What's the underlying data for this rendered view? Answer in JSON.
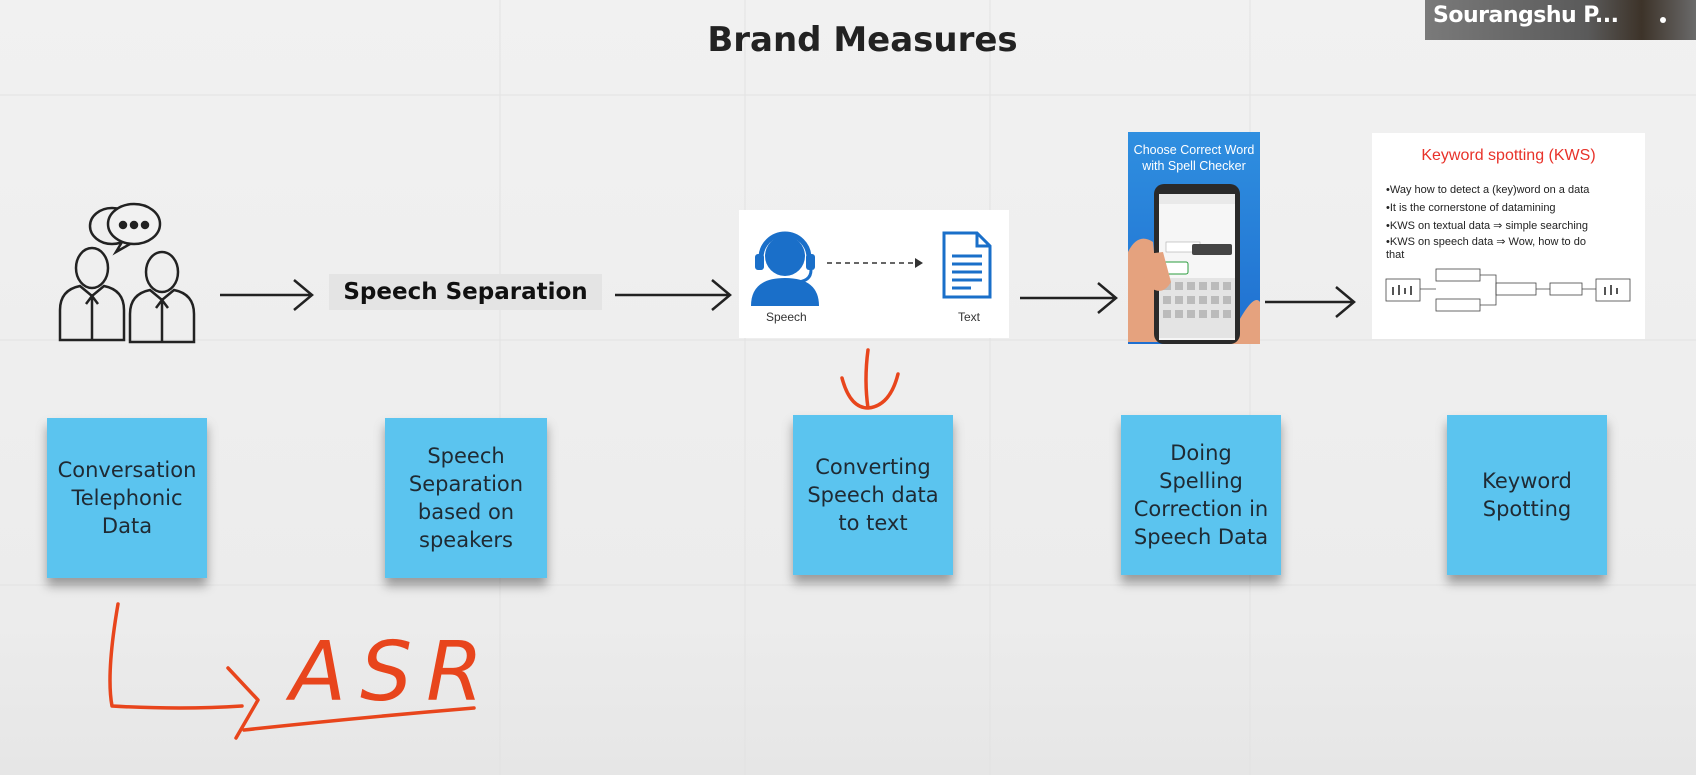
{
  "slide": {
    "title": "Brand Measures"
  },
  "video_tile": {
    "participant_name": "Sourangshu P..."
  },
  "flow": {
    "speech_separation_label": "Speech Separation",
    "speech_to_text": {
      "speech_label": "Speech",
      "text_label": "Text"
    },
    "spell_checker_card": {
      "title_line1": "Choose Correct Word",
      "title_line2": "with Spell Checker"
    },
    "kws_card": {
      "title": "Keyword spotting (KWS)",
      "bullets": [
        "•Way how to detect a (key)word on a data",
        "•It is the cornerstone of datamining",
        "•KWS on textual data ⇒ simple searching",
        "•KWS on speech data ⇒ Wow, how to do",
        "that"
      ]
    }
  },
  "sticky_notes": [
    {
      "text": "Conversation Telephonic Data"
    },
    {
      "text": "Speech Separation based on speakers"
    },
    {
      "text": "Converting Speech data to text"
    },
    {
      "text": "Doing Spelling Correction in Speech Data"
    },
    {
      "text": "Keyword Spotting"
    }
  ],
  "annotation": {
    "handwritten_text": "ASR",
    "ink_color": "#e8451c"
  }
}
